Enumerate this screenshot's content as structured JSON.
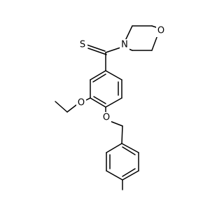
{
  "molecule": {
    "atoms": {
      "S": {
        "label": "S"
      },
      "N": {
        "label": "N"
      },
      "O_morpholine": {
        "label": "O"
      },
      "O_ethoxy": {
        "label": "O"
      },
      "O_benzyloxy": {
        "label": "O"
      }
    }
  }
}
